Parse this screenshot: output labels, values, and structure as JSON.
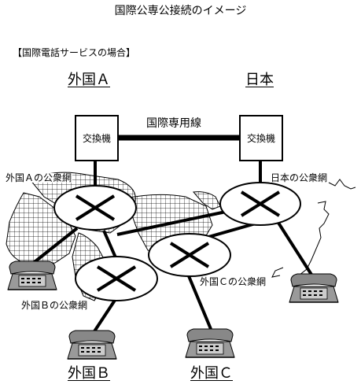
{
  "title": "国際公専公接続のイメージ",
  "subtitle": "【国際電話サービスの場合】",
  "countries": {
    "a": "外国Ａ",
    "japan": "日本",
    "b": "外国Ｂ",
    "c": "外国Ｃ"
  },
  "exchange_label": "交換機",
  "private_line_label": "国際専用線",
  "networks": {
    "a": "外国Ａの公衆網",
    "japan": "日本の公衆網",
    "b": "外国Ｂの公衆網",
    "c": "外国Ｃの公衆網"
  }
}
